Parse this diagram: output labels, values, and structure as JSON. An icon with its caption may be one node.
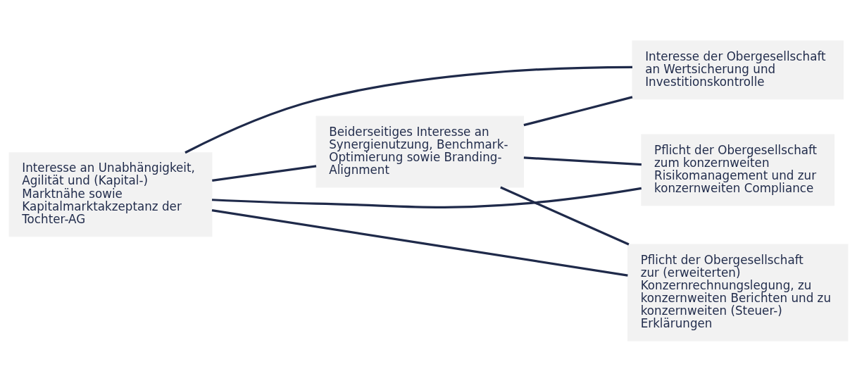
{
  "diagram": {
    "nodes": [
      {
        "text": [
          "Beiderseitiges Interesse an Synergienutzung, Benchmark-Optimierung sowie Branding-Alignment"
        ]
      },
      {
        "text": [
          "Interesse der Obergesellschaft an Wertsicherung und Investitionskontrolle"
        ]
      },
      {
        "text": [
          "Pflicht der Obergesellschaft zum konzernweiten Risikomanagement und zur konzernweiten Compliance"
        ]
      },
      {
        "text": [
          "Interesse an Unabhängigkeit, Agilität und (Kapital-) Marktnähe sowie Kapitalmarktakzeptanz der Tochter-AG"
        ]
      },
      {
        "text": [
          "Pflicht der Obergesellschaft zur (erweiterten) Konzernrechnungslegung, zu konzernweiten Berichten und zu konzernweiten (Steuer-) Erklärungen"
        ]
      }
    ],
    "edges": [
      {
        "from": 0,
        "to": 1,
        "arrow": "none"
      },
      {
        "from": 0,
        "to": 2,
        "arrow": "none"
      },
      {
        "from": 3,
        "to": 0,
        "arrow": "none"
      },
      {
        "from": 0,
        "to": 4,
        "arrow": "none"
      },
      {
        "from": 3,
        "to": 1,
        "arrow": "none"
      },
      {
        "from": 3,
        "to": 2,
        "arrow": "none"
      },
      {
        "from": 3,
        "to": 4,
        "arrow": "none"
      }
    ]
  }
}
